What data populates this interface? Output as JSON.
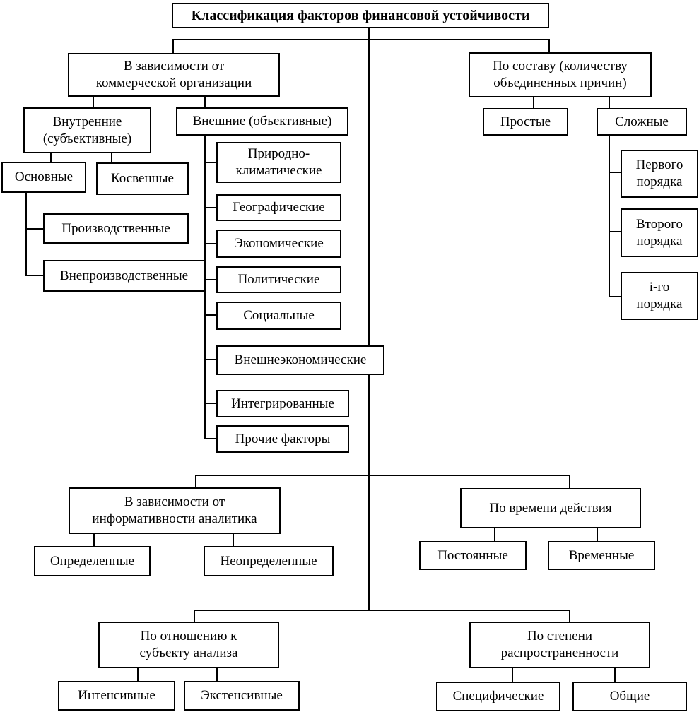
{
  "title": "Классификация факторов финансовой устойчивости",
  "colors": {
    "background": "#ffffff",
    "box_fill": "#ffffff",
    "line": "#000000",
    "text": "#000000"
  },
  "nodes": {
    "dep_org": {
      "label": "В зависимости от\nкоммерческой организации"
    },
    "internal": {
      "label": "Внутренние\n(субъективные)"
    },
    "external": {
      "label": "Внешние (объективные)"
    },
    "osnovnye": {
      "label": "Основные"
    },
    "kosvennye": {
      "label": "Косвенные"
    },
    "proizvodstvennye": {
      "label": "Производственные"
    },
    "vneproizvodstvennye": {
      "label": "Внепроизводственные"
    },
    "prirodno": {
      "label": "Природно-\nклиматические"
    },
    "geograficheskie": {
      "label": "Географические"
    },
    "ekonomicheskie": {
      "label": "Экономические"
    },
    "politicheskie": {
      "label": "Политические"
    },
    "sotsialnye": {
      "label": "Социальные"
    },
    "vneshneekonomicheskie": {
      "label": "Внешнеэкономические"
    },
    "integrirovannye": {
      "label": "Интегрированные"
    },
    "prochie": {
      "label": "Прочие факторы"
    },
    "po_sostavu": {
      "label": "По составу (количеству\nобъединенных причин)"
    },
    "prostye": {
      "label": "Простые"
    },
    "slozhnye": {
      "label": "Сложные"
    },
    "pervogo": {
      "label": "Первого\nпорядка"
    },
    "vtorogo": {
      "label": "Второго\nпорядка"
    },
    "igo": {
      "label": "i-го\nпорядка"
    },
    "dep_inform": {
      "label": "В зависимости от\nинформативности аналитика"
    },
    "opredelennye": {
      "label": "Определенные"
    },
    "neopredelennye": {
      "label": "Неопределенные"
    },
    "po_vremeni": {
      "label": "По времени действия"
    },
    "postoyannye": {
      "label": "Постоянные"
    },
    "vremennye": {
      "label": "Временные"
    },
    "po_otnosheniyu": {
      "label": "По отношению к\nсубъекту анализа"
    },
    "intensivnye": {
      "label": "Интенсивные"
    },
    "ekstensivnye": {
      "label": "Экстенсивные"
    },
    "po_stepeni": {
      "label": "По степени\nраспространенности"
    },
    "spetsificheskie": {
      "label": "Специфические"
    },
    "obshchie": {
      "label": "Общие"
    }
  }
}
